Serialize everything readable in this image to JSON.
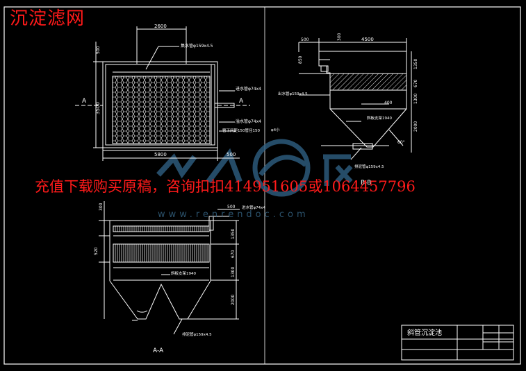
{
  "header_title": "沉淀滤网",
  "banner": "充值下载购买原稿，咨询扣扣414951605或1064457796",
  "watermark": {
    "url": "www.renrendoc.com"
  },
  "plan_view": {
    "dim_top": "2600",
    "dim_left_top": "500",
    "dim_left": "3500",
    "dim_bottom": "5800",
    "dim_bottom_right": "500",
    "section_mark_left": "A",
    "section_mark_right": "A",
    "label_pipe_159": "集水管φ159x4.5",
    "label_inlet": "进水管φ74x4",
    "label_overflow": "溢水管φ74x4",
    "label_bottom": "管下间距150管径150",
    "label_small": "φ4小"
  },
  "section_bb": {
    "dim_500": "500",
    "dim_300": "300",
    "dim_4500": "4500",
    "dim_850": "850",
    "dim_1350": "1350",
    "dim_670": "670",
    "dim_400": "400",
    "dim_1300": "1300",
    "dim_2000": "2000",
    "label_outlet": "出水管φ159x4.5",
    "label_support": "斜板支架1940",
    "label_drain": "排泥管φ159x4.5",
    "label_angle": "60°",
    "title": "B-B"
  },
  "section_aa": {
    "dim_500": "500",
    "dim_300": "300",
    "dim_520": "520",
    "dim_1350": "1350",
    "dim_670": "670",
    "dim_1300": "1300",
    "dim_2000": "2000",
    "label_inlet": "进水管φ74x4",
    "label_support": "斜板支架1940",
    "label_drain": "排泥管φ159x4.5",
    "title": "A-A"
  },
  "title_block": {
    "name": "斜管沉淀池"
  },
  "colors": {
    "line": "#ffffff",
    "red": "#ff1a1a",
    "watermark": "#2f5f82",
    "cyan": "#7fd6ff"
  }
}
